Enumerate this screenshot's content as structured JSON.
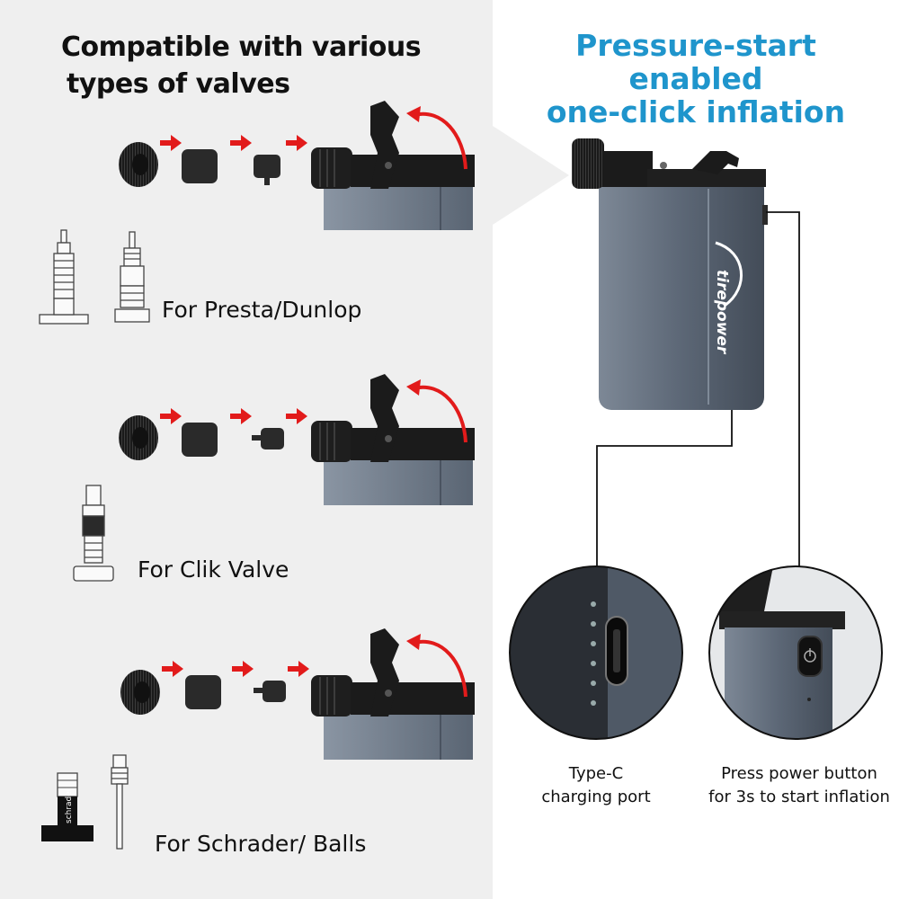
{
  "left_title": {
    "line1": "Compatible with various",
    "line2": "types of valves"
  },
  "right_title": {
    "line1": "Pressure-start enabled",
    "line2": "one-click inflation"
  },
  "rows": [
    {
      "label": "For Presta/Dunlop"
    },
    {
      "label": "For Clik Valve"
    },
    {
      "label": "For Schrader/ Balls"
    }
  ],
  "schrader_tag": "schrader",
  "device": {
    "brand": "tirepower"
  },
  "callouts": {
    "port": {
      "line1": "Type-C",
      "line2": "charging port"
    },
    "button": {
      "line1": "Press power button",
      "line2": "for 3s to start inflation"
    }
  },
  "colors": {
    "accent": "#1f95cc",
    "arrow": "#e21b1b",
    "device_body": "#5b6675",
    "panel": "#efefef"
  }
}
